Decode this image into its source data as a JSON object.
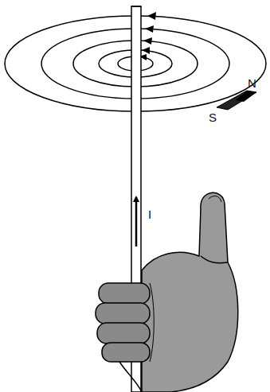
{
  "diagram": {
    "labels": [
      "N",
      "S",
      "I"
    ]
  }
}
